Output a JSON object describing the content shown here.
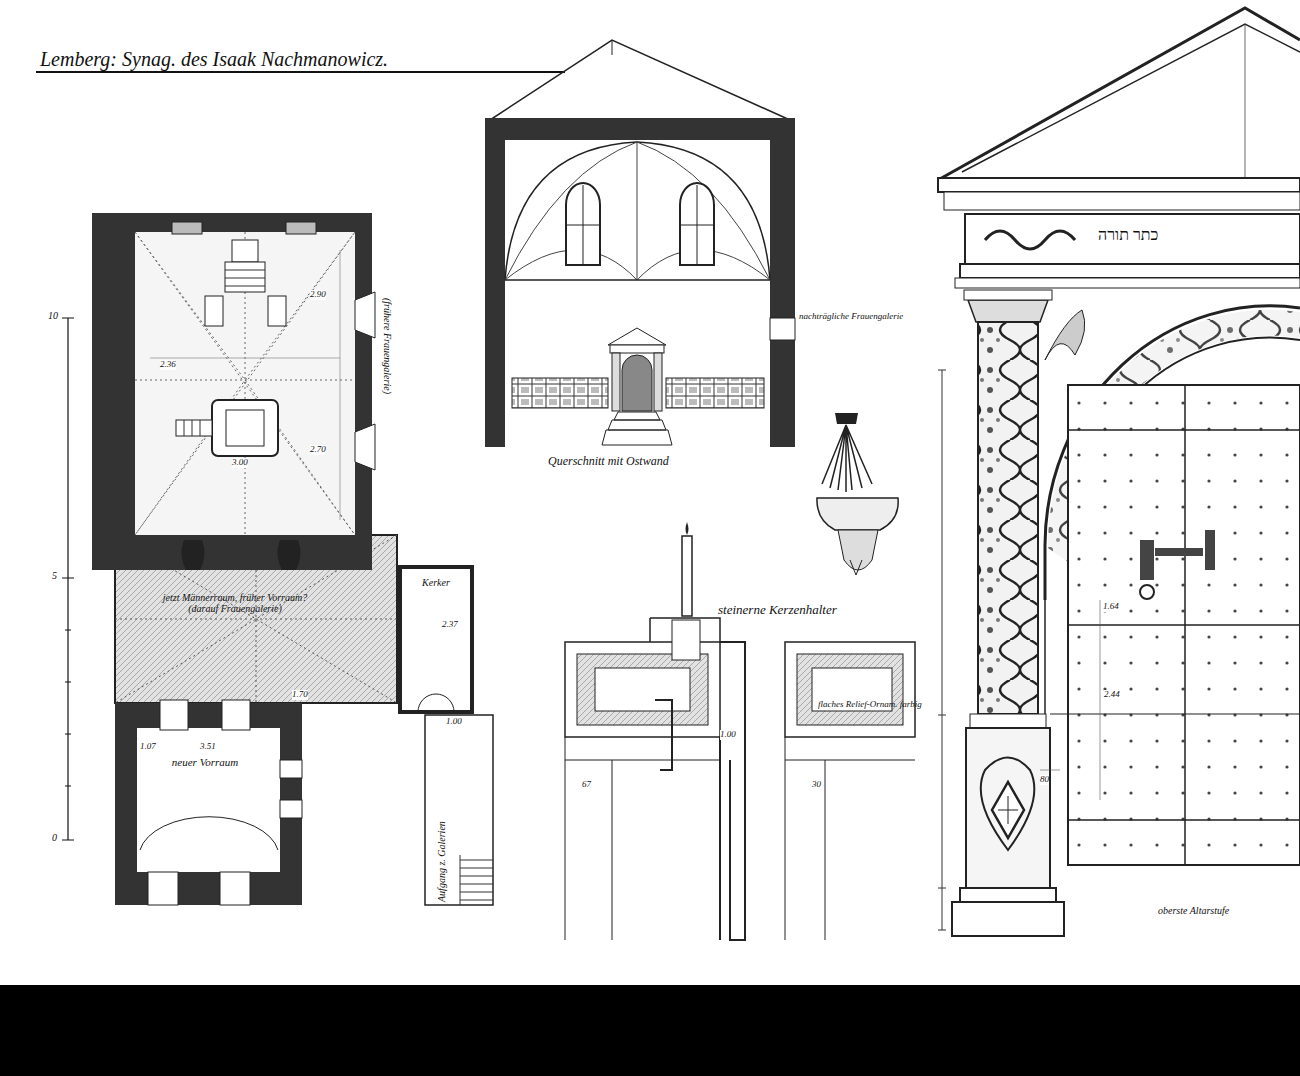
{
  "diagram": {
    "title": "Lemberg: Synag. des Isaak Nachmanowicz.",
    "nodes": [
      {
        "text": [
          "jetzt Männerraum, früher Vorraum? (darauf Frauengalerie)"
        ]
      },
      {
        "text": [
          "Kerker"
        ]
      },
      {
        "text": [
          "neuer Vorraum"
        ]
      }
    ],
    "labels": [
      "Querschnitt mit Ostwand",
      "nachträgliche Frauengalerie",
      "steinerne Kerzenhalter",
      "flaches Relief-Ornam. farbig",
      "oberste Altarstufe",
      "(frühere Frauengalerie)",
      "Aufgang z. Galerien",
      "כתר תורה",
      "10",
      "5",
      "0",
      "2.90",
      "2.70",
      "3.00",
      "2.36",
      "3.51",
      "1.07",
      "1.70",
      "2.37",
      "1.00",
      "67",
      "30",
      "1.00",
      "2.44",
      "1.64",
      "80"
    ]
  }
}
